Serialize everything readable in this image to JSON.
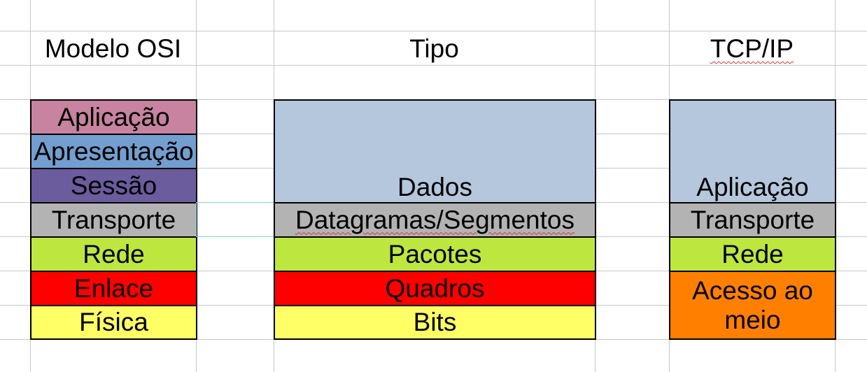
{
  "headers": {
    "osi": "Modelo OSI",
    "tipo": "Tipo",
    "tcpip": "TCP/IP"
  },
  "osi_layers": [
    {
      "label": "Aplicação",
      "color": "#c7839f"
    },
    {
      "label": "Apresentação",
      "color": "#729fcf"
    },
    {
      "label": "Sessão",
      "color": "#6b5c9e"
    },
    {
      "label": "Transporte",
      "color": "#b3b3b3"
    },
    {
      "label": "Rede",
      "color": "#bde63f"
    },
    {
      "label": "Enlace",
      "color": "#ff0000"
    },
    {
      "label": "Física",
      "color": "#ffff66"
    }
  ],
  "tipo_layers": [
    {
      "label": "Dados",
      "color": "#b4c7dc"
    },
    {
      "label": "Datagramas/Segmentos",
      "color": "#b3b3b3"
    },
    {
      "label": "Pacotes",
      "color": "#bde63f"
    },
    {
      "label": "Quadros",
      "color": "#ff0000"
    },
    {
      "label": "Bits",
      "color": "#ffff66"
    }
  ],
  "tcpip_layers": [
    {
      "label": "Aplicação",
      "color": "#b4c7dc"
    },
    {
      "label": "Transporte",
      "color": "#b3b3b3"
    },
    {
      "label": "Rede",
      "color": "#bde63f"
    },
    {
      "label": "Acesso ao meio",
      "color": "#ff8000"
    }
  ]
}
